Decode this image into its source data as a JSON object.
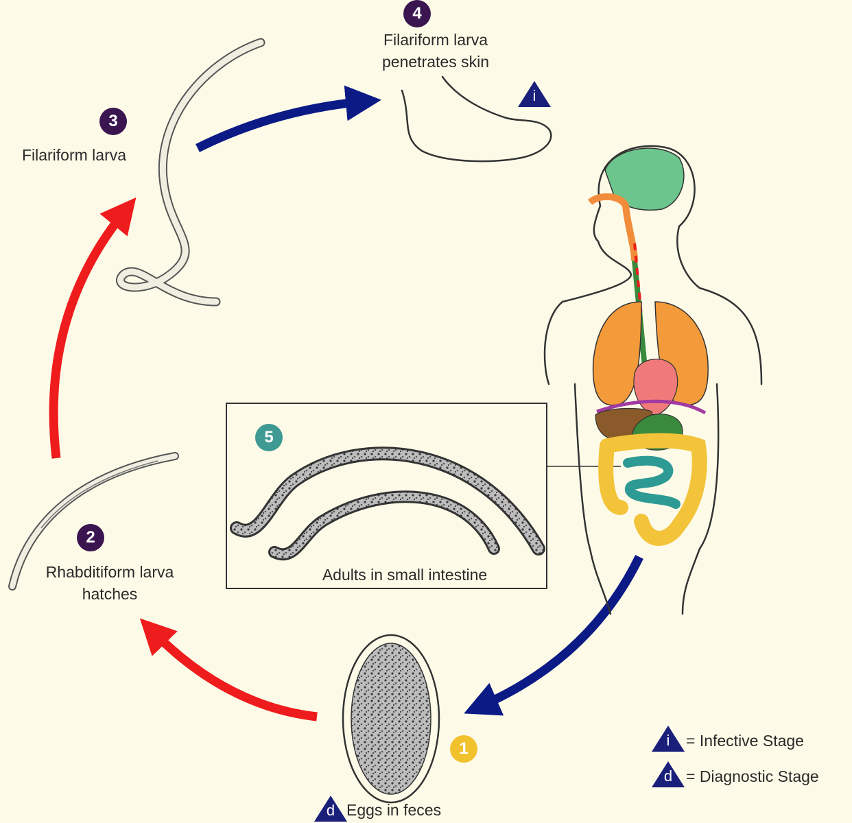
{
  "colors": {
    "background": "#fdfbe8",
    "stage_badge": "#3a1550",
    "adult_badge": "#3e9a92",
    "egg_badge": "#f2c12e",
    "infective_arrow": "#0c1a86",
    "development_arrow": "#ee1c1c",
    "stage_triangle": "#1a1f7a",
    "brain": "#6cc58d",
    "lungs": "#f39a3a",
    "liver": "#8a5a2b",
    "heart": "#f07a7a",
    "stomach": "#3a8a3e",
    "small_intestine": "#2e9a94",
    "large_intestine": "#f3c43a",
    "esophagus": "#f08c3a",
    "diaphragm": "#a23aa2"
  },
  "stages": [
    {
      "number": "1",
      "label": "Eggs in feces",
      "marker": "d"
    },
    {
      "number": "2",
      "label": "Rhabditiform larva\nhatches"
    },
    {
      "number": "3",
      "label": "Filariform larva"
    },
    {
      "number": "4",
      "label": "Filariform larva\npenetrates skin",
      "marker": "i"
    },
    {
      "number": "5",
      "label": "Adults in small intestine"
    }
  ],
  "legend": [
    {
      "symbol": "i",
      "text": "= Infective Stage"
    },
    {
      "symbol": "d",
      "text": "= Diagnostic Stage"
    }
  ],
  "icons": {
    "stage_triangle": "triangle-marker-icon",
    "egg": "egg-icon",
    "larva": "larva-icon",
    "foot": "foot-icon",
    "adult_worm": "adult-worm-icon",
    "human_body": "human-body-icon"
  }
}
